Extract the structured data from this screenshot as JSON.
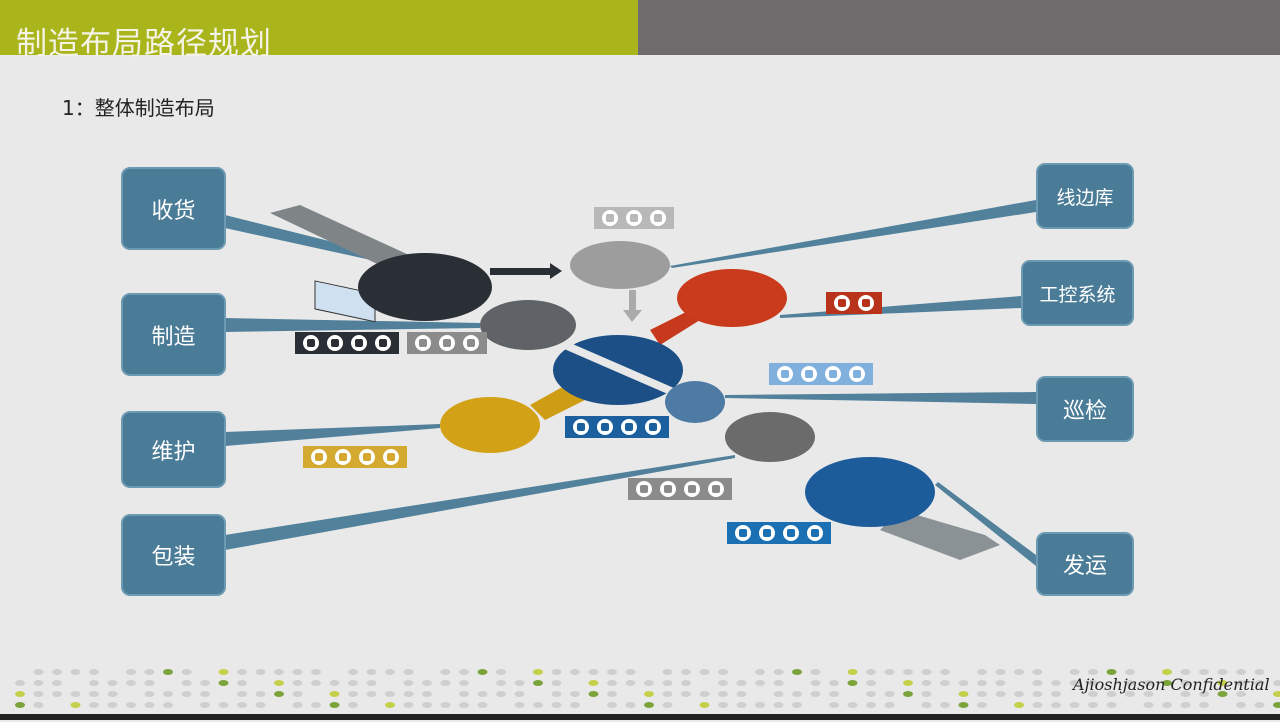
{
  "header": {
    "title": "制造布局路径规划"
  },
  "subtitle": "1：整体制造布局",
  "callouts": {
    "receiving": "收货",
    "manufacturing": "制造",
    "maintenance": "维护",
    "packaging": "包装",
    "line_storage": "线边库",
    "control_system": "工控系统",
    "inspection": "巡检",
    "shipping": "发运"
  },
  "colors": {
    "header_left": "#aab41b",
    "header_right": "#6e6c6c",
    "callout": "#4a7b97"
  },
  "icon_groups": [
    {
      "zone": "receiving",
      "icons": [
        "printer-icon",
        "controller-icon",
        "tablet-icon",
        "scanner-icon"
      ]
    },
    {
      "zone": "manufacturing",
      "icons": [
        "printer-icon",
        "tablet-icon",
        "scanner-icon"
      ]
    },
    {
      "zone": "line-storage",
      "icons": [
        "controller-icon",
        "tablet-icon",
        "scanner-icon"
      ]
    },
    {
      "zone": "control-system",
      "icons": [
        "tablet-icon",
        "pc-icon"
      ]
    },
    {
      "zone": "inspection",
      "icons": [
        "printer-icon",
        "controller-icon",
        "tablet-icon",
        "pc-icon"
      ]
    },
    {
      "zone": "main",
      "icons": [
        "printer-icon",
        "controller-icon",
        "tablet-icon",
        "scanner-icon"
      ]
    },
    {
      "zone": "maintenance",
      "icons": [
        "printer-icon",
        "controller-icon",
        "tablet-icon",
        "pc-icon"
      ]
    },
    {
      "zone": "packaging",
      "icons": [
        "printer-icon",
        "controller-icon",
        "tablet-icon",
        "scanner-icon"
      ]
    },
    {
      "zone": "shipping",
      "icons": [
        "printer-icon",
        "controller-icon",
        "tablet-icon",
        "scanner-icon"
      ]
    }
  ],
  "footer": {
    "confidential": "Ajioshjason Confidential"
  }
}
